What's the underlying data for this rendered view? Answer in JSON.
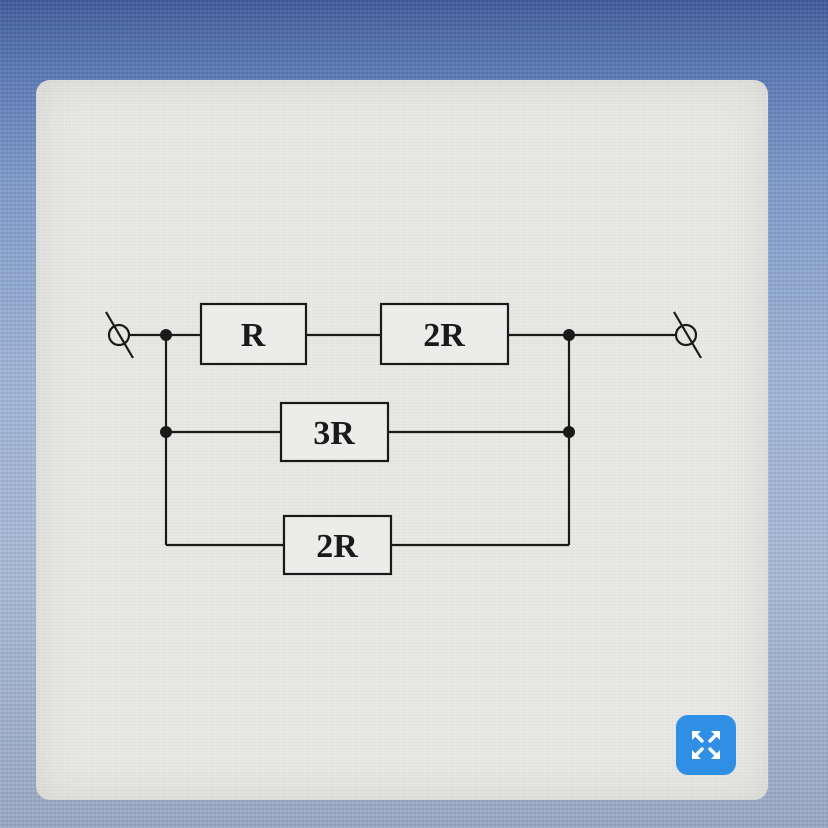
{
  "circuit": {
    "resistors": {
      "r_top_left": "R",
      "r_top_right": "2R",
      "r_middle": "3R",
      "r_bottom": "2R"
    }
  },
  "controls": {
    "expand_icon": "expand-arrows-icon",
    "accent_color": "#2f8fe4"
  }
}
